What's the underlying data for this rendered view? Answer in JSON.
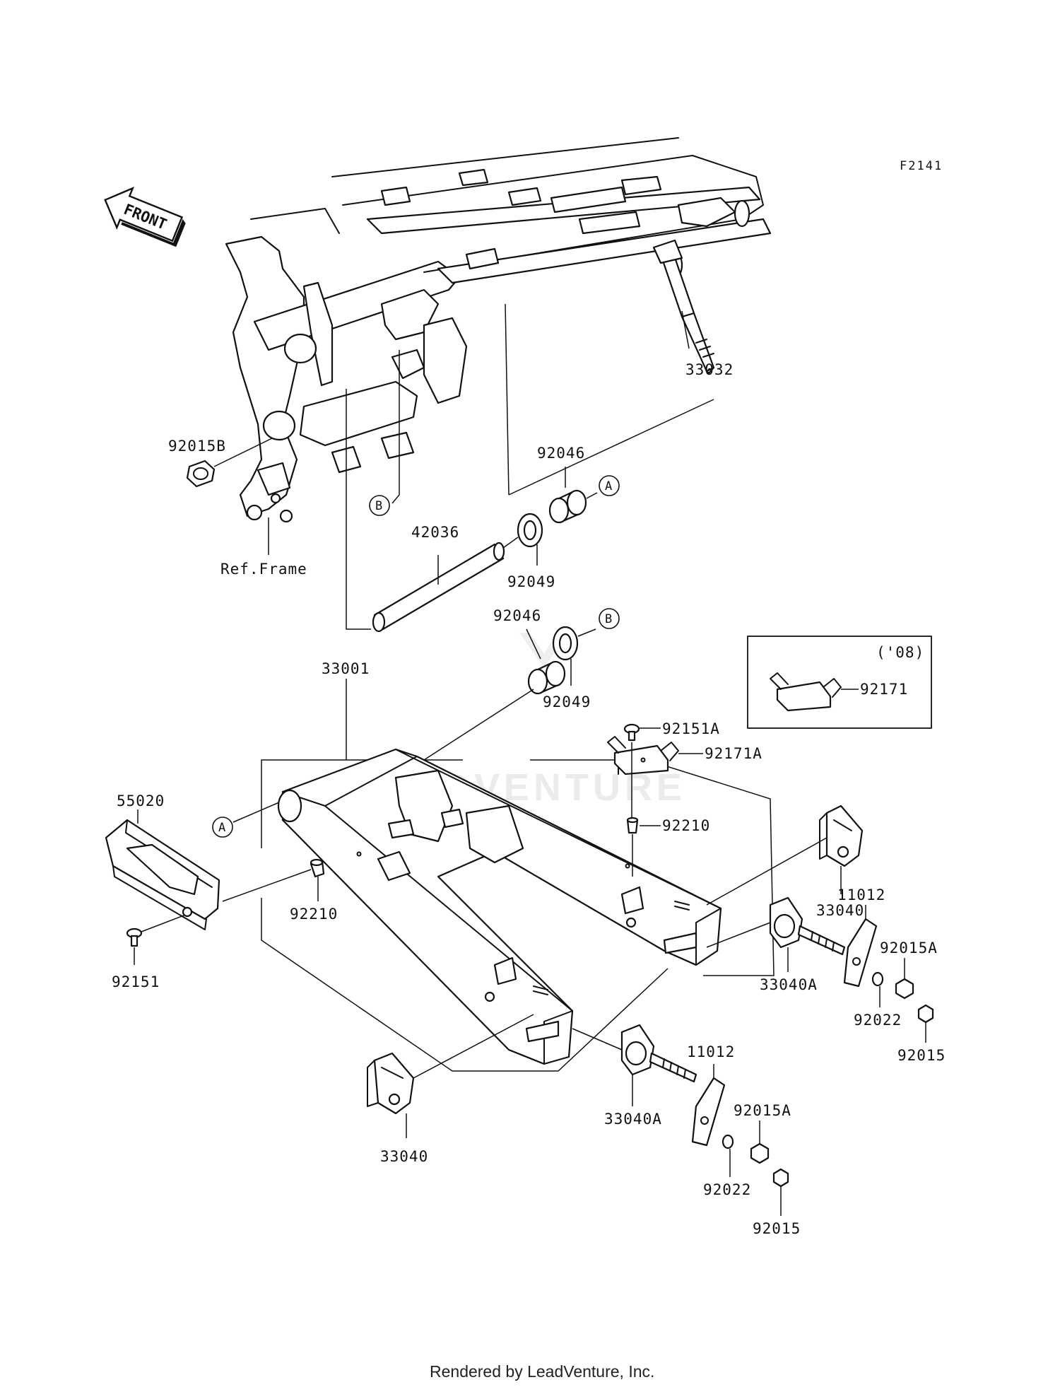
{
  "diagram_code": "F2141",
  "front_arrow": {
    "label": "FRONT"
  },
  "watermark": "LEADVENTURE",
  "footer": "Rendered by LeadVenture, Inc.",
  "ref_markers": {
    "a": "A",
    "b": "B"
  },
  "inset": {
    "variant": "('08)",
    "part": "92171"
  },
  "parts": {
    "p33032": "33032",
    "p92015B": "92015B",
    "refFrame": "Ref.Frame",
    "p92046_upper": "92046",
    "p42036": "42036",
    "p92049_upper": "92049",
    "p92046_lower": "92046",
    "p92049_lower": "92049",
    "p33001": "33001",
    "p92151A": "92151A",
    "p92171A": "92171A",
    "p92210_right": "92210",
    "p55020": "55020",
    "p92210_left": "92210",
    "p92151": "92151",
    "p33040_right": "33040",
    "p11012_right": "11012",
    "p33040A_right": "33040A",
    "p92015A_right": "92015A",
    "p92022_right": "92022",
    "p92015_right": "92015",
    "p11012_left": "11012",
    "p33040A_left": "33040A",
    "p92015A_left": "92015A",
    "p33040_left": "33040",
    "p92022_left": "92022",
    "p92015_left": "92015"
  }
}
